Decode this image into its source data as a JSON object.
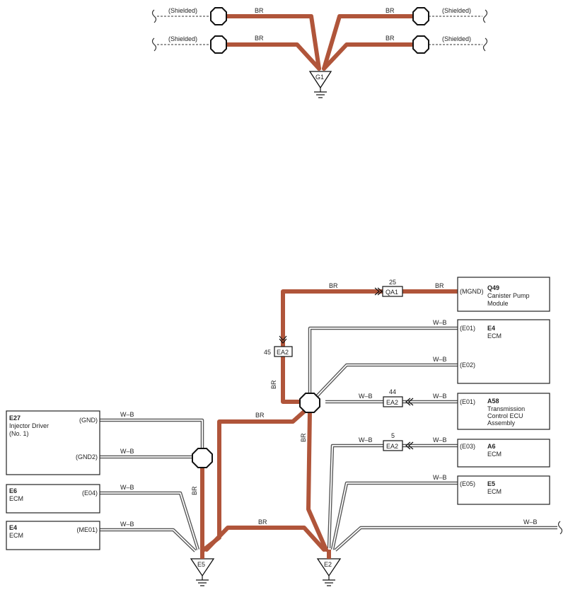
{
  "top_section": {
    "wire_color": "BR",
    "shielded_label": "(Shielded)",
    "ground": "G1"
  },
  "bottom_section": {
    "colors": {
      "br": "#b0553a",
      "wb": "#555555"
    },
    "wire_labels": {
      "br": "BR",
      "wb": "W–B"
    },
    "connectors": {
      "qa1": {
        "code": "QA1",
        "pin": "25"
      },
      "ea2_top": {
        "code": "EA2",
        "pin": "45"
      },
      "ea2_mid": {
        "code": "EA2",
        "pin": "44"
      },
      "ea2_low": {
        "code": "EA2",
        "pin": "5"
      }
    },
    "grounds": {
      "e5": "E5",
      "e2": "E2"
    },
    "components": {
      "q49": {
        "code": "Q49",
        "name_line1": "Canister Pump",
        "name_line2": "Module",
        "pin": "(MGND)"
      },
      "e4_right": {
        "code": "E4",
        "name": "ECM",
        "pin1": "(E01)",
        "pin2": "(E02)"
      },
      "a58": {
        "code": "A58",
        "name_line1": "Transmission",
        "name_line2": "Control ECU",
        "name_line3": "Assembly",
        "pin": "(E01)"
      },
      "a6": {
        "code": "A6",
        "name": "ECM",
        "pin": "(E03)"
      },
      "e5_comp": {
        "code": "E5",
        "name": "ECM",
        "pin": "(E05)"
      },
      "e27": {
        "code": "E27",
        "name_line1": "Injector Driver",
        "name_line2": "(No. 1)",
        "pin1": "(GND)",
        "pin2": "(GND2)"
      },
      "e6": {
        "code": "E6",
        "name": "ECM",
        "pin": "(E04)"
      },
      "e4_left": {
        "code": "E4",
        "name": "ECM",
        "pin": "(ME01)"
      }
    }
  }
}
